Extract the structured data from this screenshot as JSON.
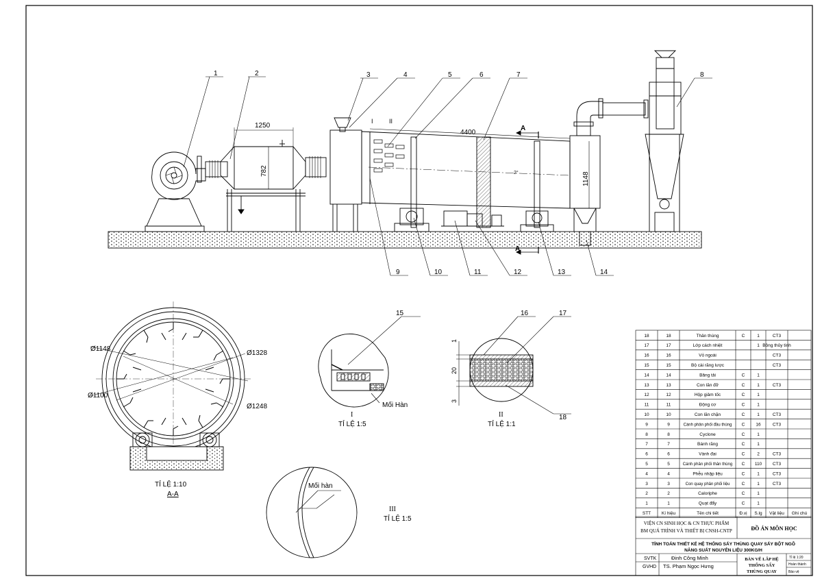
{
  "main_view": {
    "callouts": [
      "1",
      "2",
      "3",
      "4",
      "5",
      "6",
      "7",
      "8",
      "9",
      "10",
      "11",
      "12",
      "13",
      "14"
    ],
    "dim_1250": "1250",
    "dim_782": "782",
    "dim_4400": "4400",
    "dim_1148": "1148",
    "section_mark": "A",
    "detail_I": "I",
    "detail_II": "II",
    "slope_mark": "2°"
  },
  "section_view": {
    "d1148": "Ø1148",
    "d1328": "Ø1328",
    "d1100": "Ø1100",
    "d1248": "Ø1248",
    "scale": "TỈ LỆ 1:10",
    "name": "A-A"
  },
  "detail_1": {
    "callout": "15",
    "weld": "Mối Hàn",
    "roman": "I",
    "scale": "TỈ LỆ 1:5"
  },
  "detail_2": {
    "callout_a": "16",
    "callout_b": "17",
    "callout_c": "18",
    "dim_1": "1",
    "dim_20": "20",
    "dim_3": "3",
    "roman": "II",
    "scale": "TỈ LỆ 1:1"
  },
  "detail_3": {
    "weld": "Mối hàn",
    "roman": "III",
    "scale": "TỈ LỆ 1:5"
  },
  "bom": {
    "rows": [
      [
        "18",
        "18",
        "Thân thùng",
        "C",
        "1",
        "CT3",
        ""
      ],
      [
        "17",
        "17",
        "Lớp cách nhiệt",
        "",
        "1",
        "Bông thủy tinh",
        ""
      ],
      [
        "16",
        "16",
        "Vỏ ngoài",
        "",
        "",
        "CT3",
        ""
      ],
      [
        "15",
        "15",
        "Bộ cài răng lược",
        "",
        "",
        "CT3",
        ""
      ],
      [
        "14",
        "14",
        "Băng tải",
        "C",
        "1",
        "",
        ""
      ],
      [
        "13",
        "13",
        "Con lăn đỡ",
        "C",
        "1",
        "CT3",
        ""
      ],
      [
        "12",
        "12",
        "Hộp giảm tốc",
        "C",
        "1",
        "",
        ""
      ],
      [
        "11",
        "11",
        "Động cơ",
        "C",
        "1",
        "",
        ""
      ],
      [
        "10",
        "10",
        "Con lăn chặn",
        "C",
        "1",
        "CT3",
        ""
      ],
      [
        "9",
        "9",
        "Cánh phân phối đầu thùng",
        "C",
        "16",
        "CT3",
        ""
      ],
      [
        "8",
        "8",
        "Cyclone",
        "C",
        "1",
        "",
        ""
      ],
      [
        "7",
        "7",
        "Bánh răng",
        "C",
        "1",
        "",
        ""
      ],
      [
        "6",
        "6",
        "Vành đai",
        "C",
        "2",
        "CT3",
        ""
      ],
      [
        "5",
        "5",
        "Cánh phân phối thân thùng",
        "C",
        "110",
        "CT3",
        ""
      ],
      [
        "4",
        "4",
        "Phễu nhập liệu",
        "C",
        "1",
        "CT3",
        ""
      ],
      [
        "3",
        "3",
        "Con quay phân phối liệu",
        "C",
        "1",
        "CT3",
        ""
      ],
      [
        "2",
        "2",
        "Caloriphe",
        "C",
        "1",
        "",
        ""
      ],
      [
        "1",
        "1",
        "Quạt đẩy",
        "C",
        "1",
        "",
        ""
      ]
    ],
    "header": [
      "STT",
      "Kí hiệu",
      "Tên chi tiết",
      "Đ.vị",
      "S.lg",
      "Vật liệu",
      "Ghi chú"
    ]
  },
  "title_block": {
    "inst_1": "VIỆN CN SINH HỌC & CN THỰC PHẨM",
    "inst_2": "BM QUÁ TRÌNH VÀ THIẾT BỊ CNSH-CNTP",
    "project": "ĐỒ ÁN MÔN HỌC",
    "topic_1": "TÍNH TOÁN THIẾT KẾ HỆ THỐNG SẤY THÙNG QUAY SẤY BỘT NGÔ",
    "topic_2": "NĂNG SUẤT NGUYÊN LIỆU 300KG/H",
    "svtk_label": "SVTK",
    "svtk_name": "Đinh Công Minh",
    "gvhd_label": "GVHD",
    "gvhd_name": "TS. Phạm Ngọc Hưng",
    "drawing_1": "BẢN VẼ LẮP HỆ",
    "drawing_2": "THỐNG SẤY",
    "drawing_3": "THÙNG QUAY",
    "scale": "Tỉ lệ 1:20",
    "status_1": "Hoàn thành",
    "status_2": "Bảo vệ"
  }
}
